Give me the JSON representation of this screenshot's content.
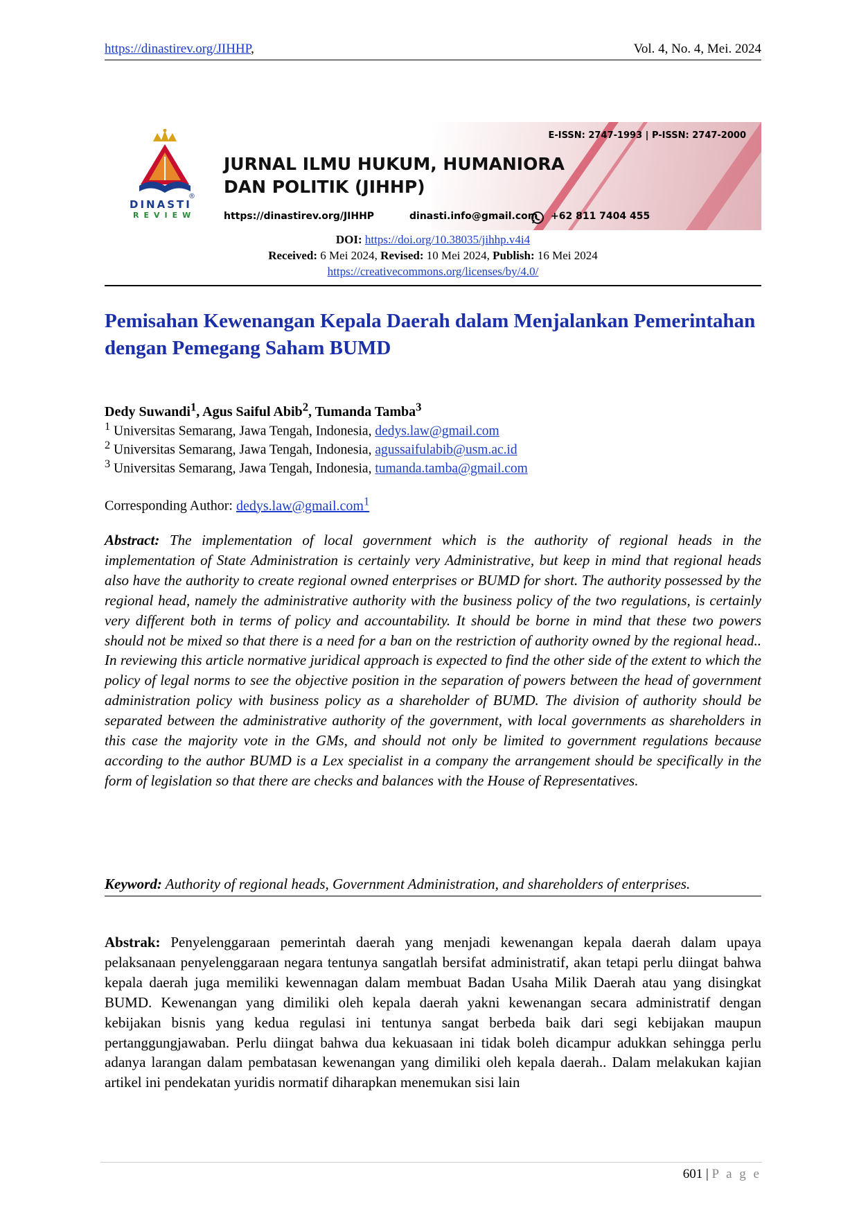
{
  "header": {
    "url": "https://dinastirev.org/JIHHP",
    "url_suffix": ",",
    "volume": "Vol. 4, No. 4, Mei. 2024"
  },
  "banner": {
    "logo_word": "DINASTI",
    "logo_sub": "REVIEW",
    "registered": "®",
    "journal_line1": "JURNAL ILMU HUKUM, HUMANIORA",
    "journal_line2": "DAN POLITIK (JIHHP)",
    "issn": "E-ISSN: 2747-1993 | P-ISSN: 2747-2000",
    "site": "https://dinastirev.org/JIHHP",
    "email": "dinasti.info@gmail.com",
    "phone": "+62 811 7404 455",
    "colors": {
      "accent": "#c8102e",
      "navy": "#1a3c8c",
      "green": "#2a8a3a"
    }
  },
  "meta": {
    "doi_label": "DOI:",
    "doi": "https://doi.org/10.38035/jihhp.v4i4",
    "received_label": "Received:",
    "received": "6 Mei 2024,",
    "revised_label": "Revised:",
    "revised": "10 Mei 2024,",
    "publish_label": "Publish:",
    "publish": "16 Mei 2024",
    "license": "https://creativecommons.org/licenses/by/4.0/"
  },
  "title": "Pemisahan Kewenangan Kepala Daerah dalam Menjalankan Pemerintahan dengan Pemegang Saham BUMD",
  "authors": [
    {
      "name": "Dedy Suwandi",
      "sup": "1",
      "sep": ", "
    },
    {
      "name": "Agus Saiful Abib",
      "sup": "2",
      "sep": ", "
    },
    {
      "name": "Tumanda Tamba",
      "sup": "3",
      "sep": ""
    }
  ],
  "affiliations": [
    {
      "num": "1",
      "text": "Universitas Semarang, Jawa Tengah, Indonesia,",
      "email": "dedys.law@gmail.com"
    },
    {
      "num": "2",
      "text": "Universitas Semarang, Jawa Tengah, Indonesia,",
      "email": "agussaifulabib@usm.ac.id"
    },
    {
      "num": "3",
      "text": "Universitas Semarang, Jawa Tengah, Indonesia,",
      "email": "tumanda.tamba@gmail.com"
    }
  ],
  "corresponding": {
    "label": "Corresponding Author:",
    "email": "dedys.law@gmail.com",
    "sup": "1"
  },
  "abstract_en": {
    "label": "Abstract:",
    "text": "The implementation of local government which is the authority of regional heads in the implementation of State Administration is certainly very Administrative, but keep in mind that regional heads also have the authority to create regional owned enterprises or BUMD for short. The authority possessed by the regional head, namely the administrative authority with the business policy of the two regulations, is certainly very different both in terms of policy and accountability. It should be borne in mind that these two powers should not be mixed so that there is a need for a ban on the restriction of authority owned by the regional head.. In reviewing this article normative juridical approach is expected to find the other side of the extent to which the policy of legal norms to see the objective position in the separation of powers between the head of government administration policy with business policy as a shareholder of BUMD. The division of authority should be separated between the administrative authority of the government, with local governments as shareholders in this case the majority vote in the GMs, and should not only be limited to government regulations because according to the author BUMD is a Lex specialist in a company the arrangement should be specifically in the form of legislation so that there are checks and balances with the House of Representatives."
  },
  "keyword": {
    "label": "Keyword:",
    "text": "Authority of regional heads, Government Administration, and shareholders of enterprises."
  },
  "abstract_id": {
    "label": "Abstrak:",
    "text": "Penyelenggaraan pemerintah daerah yang menjadi kewenangan kepala daerah dalam upaya pelaksanaan penyelenggaraan negara tentunya sangatlah bersifat administratif, akan tetapi perlu diingat bahwa kepala daerah juga memiliki kewennagan dalam membuat Badan Usaha Milik Daerah atau yang disingkat BUMD. Kewenangan yang dimiliki oleh kepala daerah yakni kewenangan secara administratif dengan kebijakan bisnis yang kedua regulasi ini tentunya sangat berbeda baik dari segi kebijakan maupun pertanggungjawaban. Perlu diingat bahwa dua kekuasaan ini tidak boleh dicampur adukkan sehingga perlu adanya larangan dalam pembatasan kewenangan yang dimiliki oleh kepala daerah.. Dalam melakukan kajian artikel ini pendekatan yuridis normatif diharapkan menemukan sisi lain"
  },
  "footer": {
    "page": "601",
    "sep": "|",
    "label": "P a g e"
  }
}
